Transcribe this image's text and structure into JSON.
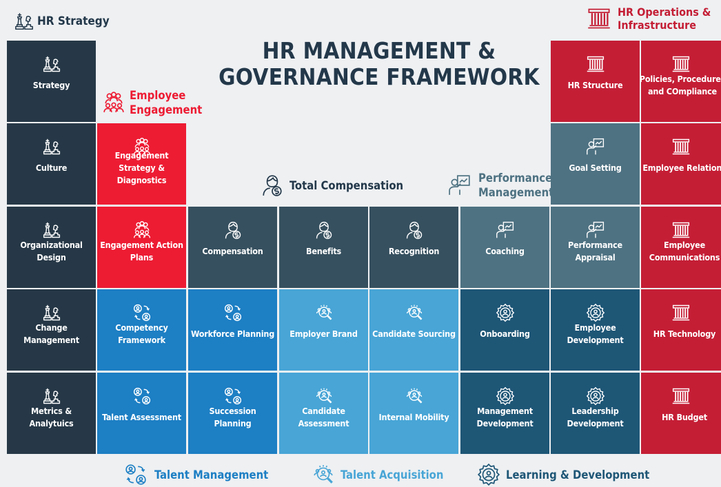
{
  "title_line1": "HR MANAGEMENT &",
  "title_line2": "GOVERNANCE FRAMEWORK",
  "categories": {
    "hr_strategy": "HR Strategy",
    "hr_operations_line1": "HR Operations &",
    "hr_operations_line2": "Infrastructure",
    "employee_engagement_line1": "Employee",
    "employee_engagement_line2": "Engagement",
    "total_compensation": "Total Compensation",
    "performance_line1": "Performance",
    "performance_line2": "Management",
    "talent_management": "Talent Management",
    "talent_acquisition": "Talent Acquisition",
    "learning_development": "Learning & Development"
  },
  "colors": {
    "hr_strategy": "#263847",
    "employee_engagement": "#ed1c33",
    "total_compensation": "#36505f",
    "performance_management": "#4e7282",
    "talent_management": "#1d7fc4",
    "talent_acquisition": "#48a5d6",
    "learning_development": "#1e5676",
    "hr_operations": "#c41e35"
  },
  "tiles": {
    "strategy": {
      "label": "Strategy",
      "icon": "chess-pieces-icon"
    },
    "culture": {
      "label": "Culture",
      "icon": "chess-pieces-icon"
    },
    "organizational_design": {
      "label": "Organizational Design",
      "icon": "chess-pieces-icon"
    },
    "change_management": {
      "label": "Change Management",
      "icon": "chess-pieces-icon"
    },
    "metrics_analytics": {
      "label": "Metrics & Analytuics",
      "icon": "chess-pieces-icon"
    },
    "engagement_strategy": {
      "label": "Engagement Strategy & Diagnostics",
      "icon": "people-group-icon"
    },
    "engagement_action_plans": {
      "label": "Engagement Action Plans",
      "icon": "people-group-icon"
    },
    "compensation": {
      "label": "Compensation",
      "icon": "person-dollar-icon"
    },
    "benefits": {
      "label": "Benefits",
      "icon": "person-dollar-icon"
    },
    "recognition": {
      "label": "Recognition",
      "icon": "person-dollar-icon"
    },
    "coaching": {
      "label": "Coaching",
      "icon": "presenter-board-icon"
    },
    "goal_setting": {
      "label": "Goal Setting",
      "icon": "presenter-board-icon"
    },
    "performance_appraisal": {
      "label": "Performance Appraisal",
      "icon": "presenter-board-icon"
    },
    "hr_structure": {
      "label": "HR Structure",
      "icon": "pillars-building-icon"
    },
    "policies": {
      "label": "Policies, Procedures and COmpliance",
      "icon": "pillars-building-icon"
    },
    "employee_relations": {
      "label": "Employee Relations",
      "icon": "pillars-building-icon"
    },
    "employee_communications": {
      "label": "Employee Communications",
      "icon": "pillars-building-icon"
    },
    "hr_technology": {
      "label": "HR Technology",
      "icon": "pillars-building-icon"
    },
    "hr_budget": {
      "label": "HR Budget",
      "icon": "pillars-building-icon"
    },
    "competency_framework": {
      "label": "Competency Framework",
      "icon": "people-exchange-icon"
    },
    "workforce_planning": {
      "label": "Workforce Planning",
      "icon": "people-exchange-icon"
    },
    "talent_assessment": {
      "label": "Talent Assessment",
      "icon": "people-exchange-icon"
    },
    "succession_planning": {
      "label": "Succession Planning",
      "icon": "people-exchange-icon"
    },
    "employer_brand": {
      "label": "Employer Brand",
      "icon": "magnifier-people-icon"
    },
    "candidate_sourcing": {
      "label": "Candidate Sourcing",
      "icon": "magnifier-people-icon"
    },
    "candidate_assessment": {
      "label": "Candidate Assessment",
      "icon": "magnifier-people-icon"
    },
    "internal_mobility": {
      "label": "Internal Mobility",
      "icon": "magnifier-people-icon"
    },
    "onboarding": {
      "label": "Onboarding",
      "icon": "gear-person-icon"
    },
    "employee_development": {
      "label": "Employee Development",
      "icon": "gear-person-icon"
    },
    "management_development": {
      "label": "Management Development",
      "icon": "gear-person-icon"
    },
    "leadership_development": {
      "label": "Leadership Development",
      "icon": "gear-person-icon"
    }
  }
}
